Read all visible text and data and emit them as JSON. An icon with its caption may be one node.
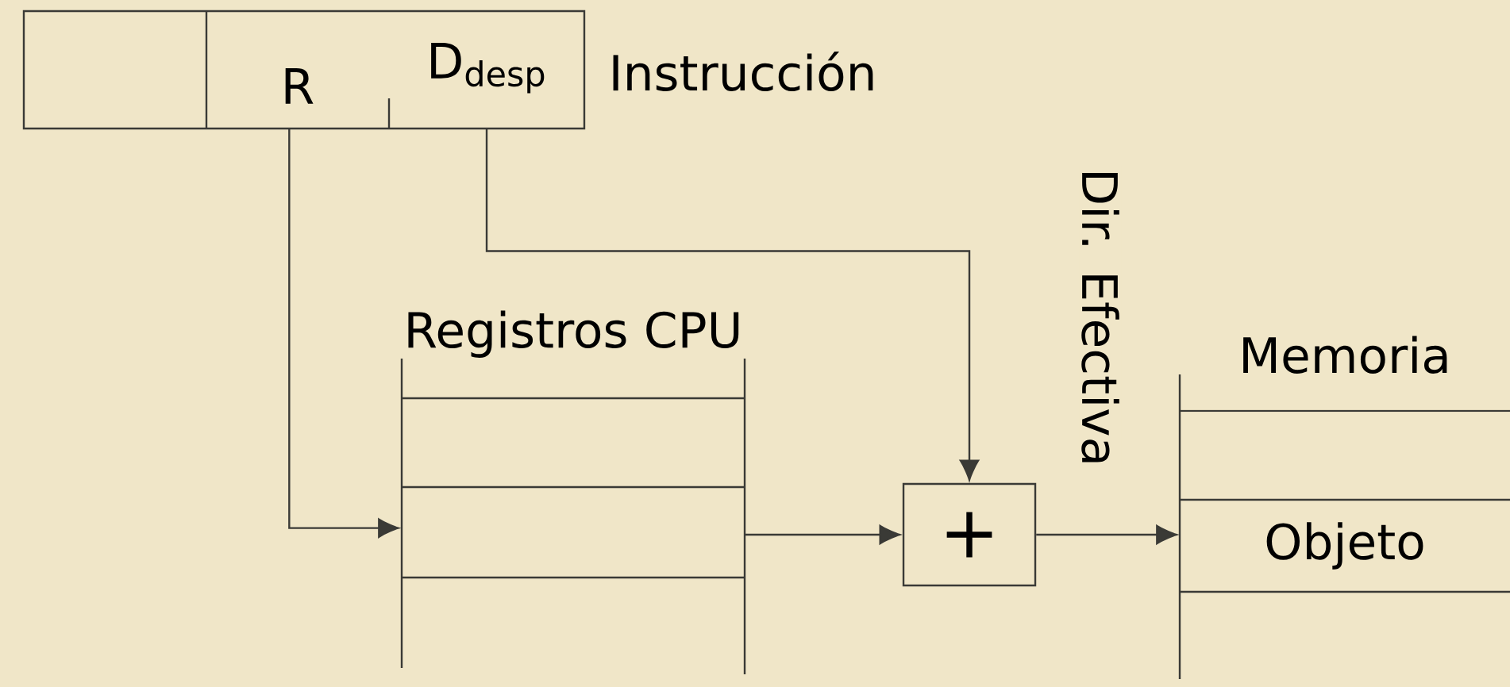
{
  "diagram": {
    "nodes": [
      {
        "text": [],
        "shape": "box",
        "beside": [
          "Instrucción"
        ]
      },
      {
        "text": [
          "R"
        ],
        "in": 0
      },
      {
        "text": [
          "D$_{desp}$"
        ],
        "in": 0
      },
      {
        "text": [
          "Registros CPU"
        ]
      },
      {
        "text": [
          "+"
        ]
      },
      {
        "text": [
          "Memoria"
        ]
      },
      {
        "text": [
          "Objeto"
        ],
        "in": 5
      }
    ],
    "edges": [
      {
        "from": 1,
        "to": 3,
        "arrow": "to"
      },
      {
        "from": 2,
        "to": 4,
        "arrow": "to"
      },
      {
        "from": 3,
        "to": 4,
        "arrow": "to"
      },
      {
        "from": 4,
        "to": 6,
        "arrow": "to",
        "label": "Dir. Efectiva"
      }
    ]
  }
}
